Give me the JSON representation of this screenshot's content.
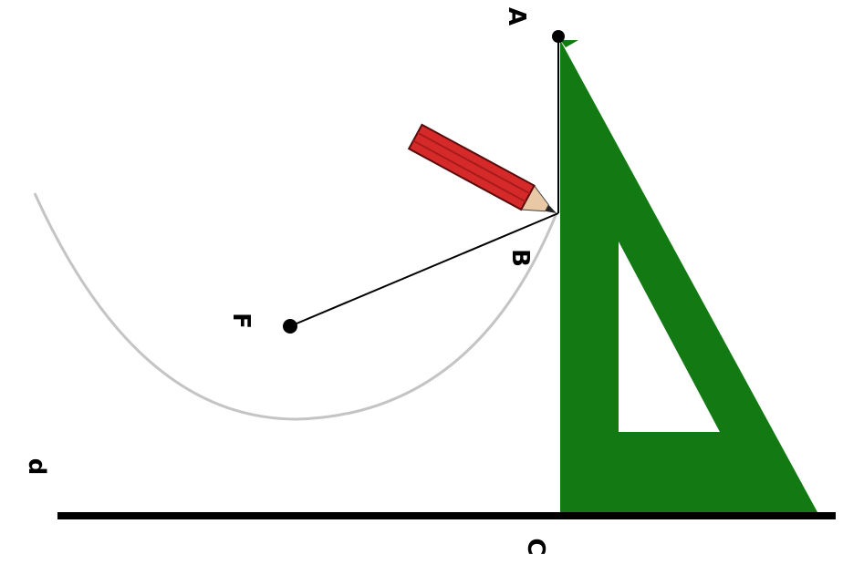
{
  "diagram": {
    "labels": {
      "point_a": "A",
      "point_b": "B",
      "point_c": "C",
      "point_f": "F",
      "line_d": "d"
    },
    "colors": {
      "triangle": "#137a13",
      "pencil_body": "#d62a2a",
      "pencil_tip": "#e9c9a5",
      "parabola": "#c4c4c4",
      "ink": "#000000"
    },
    "icons": {
      "tool": "set-square-icon",
      "pencil": "pencil-icon"
    }
  }
}
